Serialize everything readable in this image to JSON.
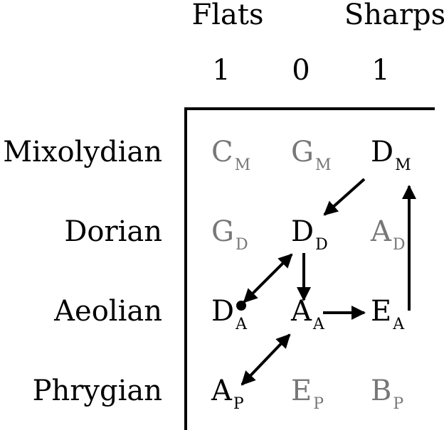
{
  "header": {
    "flats_label": "Flats",
    "sharps_label": "Sharps",
    "columns": [
      "1",
      "0",
      "1"
    ]
  },
  "modes": [
    "Mixolydian",
    "Dorian",
    "Aeolian",
    "Phrygian"
  ],
  "colors": {
    "active": "#000000",
    "inactive": "#777777"
  },
  "grid": [
    [
      {
        "note": "C",
        "sub": "M",
        "state": "inactive"
      },
      {
        "note": "G",
        "sub": "M",
        "state": "inactive"
      },
      {
        "note": "D",
        "sub": "M",
        "state": "active"
      }
    ],
    [
      {
        "note": "G",
        "sub": "D",
        "state": "inactive"
      },
      {
        "note": "D",
        "sub": "D",
        "state": "active"
      },
      {
        "note": "A",
        "sub": "D",
        "state": "inactive"
      }
    ],
    [
      {
        "note": "D",
        "sub": "A",
        "state": "active"
      },
      {
        "note": "A",
        "sub": "A",
        "state": "active"
      },
      {
        "note": "E",
        "sub": "A",
        "state": "active"
      }
    ],
    [
      {
        "note": "A",
        "sub": "P",
        "state": "active"
      },
      {
        "note": "E",
        "sub": "P",
        "state": "inactive"
      },
      {
        "note": "B",
        "sub": "P",
        "state": "inactive"
      }
    ]
  ],
  "start_marker": {
    "row": 2,
    "col": 0
  },
  "connections": [
    {
      "from": [
        0,
        2
      ],
      "to": [
        1,
        1
      ],
      "style": "arrow"
    },
    {
      "from": [
        1,
        1
      ],
      "to": [
        2,
        0
      ],
      "style": "double"
    },
    {
      "from": [
        1,
        1
      ],
      "to": [
        2,
        1
      ],
      "style": "arrow"
    },
    {
      "from": [
        2,
        1
      ],
      "to": [
        2,
        2
      ],
      "style": "arrow"
    },
    {
      "from": [
        2,
        2
      ],
      "to": [
        0,
        2
      ],
      "style": "arrow"
    },
    {
      "from": [
        2,
        1
      ],
      "to": [
        3,
        0
      ],
      "style": "double"
    }
  ]
}
